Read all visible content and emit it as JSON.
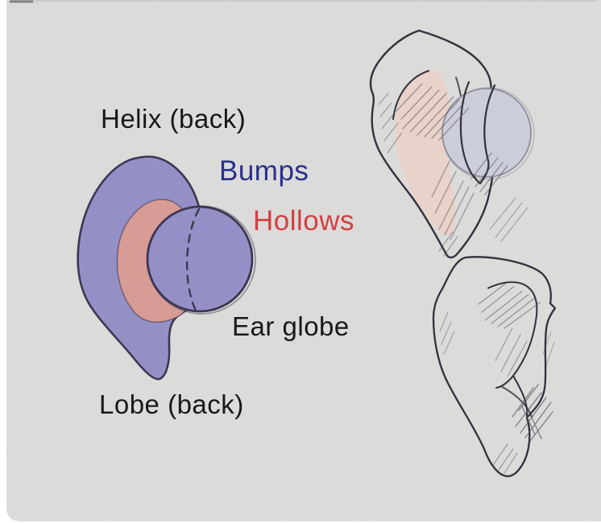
{
  "labels": {
    "helix_back": "Helix (back)",
    "bumps": "Bumps",
    "hollows": "Hollows",
    "ear_globe": "Ear globe",
    "lobe_back": "Lobe (back)"
  },
  "colors": {
    "page_white": "#ffffff",
    "paper_gray": "#dcdcda",
    "diagram_purple": "#938fc7",
    "diagram_outline": "#39334f",
    "diagram_pink": "#d89b94",
    "sketch_lavender": "#c9cada",
    "sketch_pink": "#ead3ca",
    "globe_fill": "#cdcedb",
    "pencil_dark": "#2f2d38",
    "pencil_light": "#8e8e9d",
    "hatch_gray": "#50505c",
    "label_black": "#141414",
    "label_blue": "#272b8b",
    "label_red": "#d43b40"
  }
}
